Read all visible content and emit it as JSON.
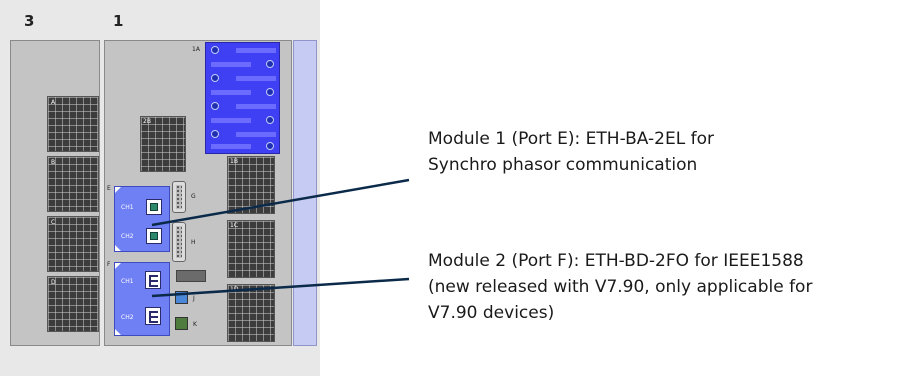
{
  "slot_headers": {
    "slot3": "3",
    "slot1": "1"
  },
  "slot3_labels": {
    "a": "A",
    "b": "B",
    "c": "C",
    "d": "D"
  },
  "slot1_labels": {
    "terminal_1a": "1A",
    "grid_2b": "2B",
    "grid_1b": "1B",
    "grid_1c": "1C",
    "grid_1d": "1D",
    "port_e": "E",
    "port_f": "F",
    "port_g": "G",
    "port_h": "H",
    "port_j": "J",
    "port_k": "K"
  },
  "module1": {
    "ch1": "CH1",
    "ch2": "CH2"
  },
  "module2": {
    "ch1": "CH1",
    "ch2": "CH2"
  },
  "callouts": {
    "module1": [
      "Module 1 (Port E): ETH-BA-2EL for",
      "Synchro phasor communication"
    ],
    "module2": [
      "Module 2 (Port F): ETH-BD-2FO for IEEE1588",
      "(new released with V7.90, only applicable for",
      "V7.90 devices)"
    ]
  },
  "colors": {
    "module_fill": "#6f7ff4",
    "terminal_fill": "#3f3ff3",
    "leader_line": "#0b2a4a",
    "rail": "#c6cbf3"
  }
}
